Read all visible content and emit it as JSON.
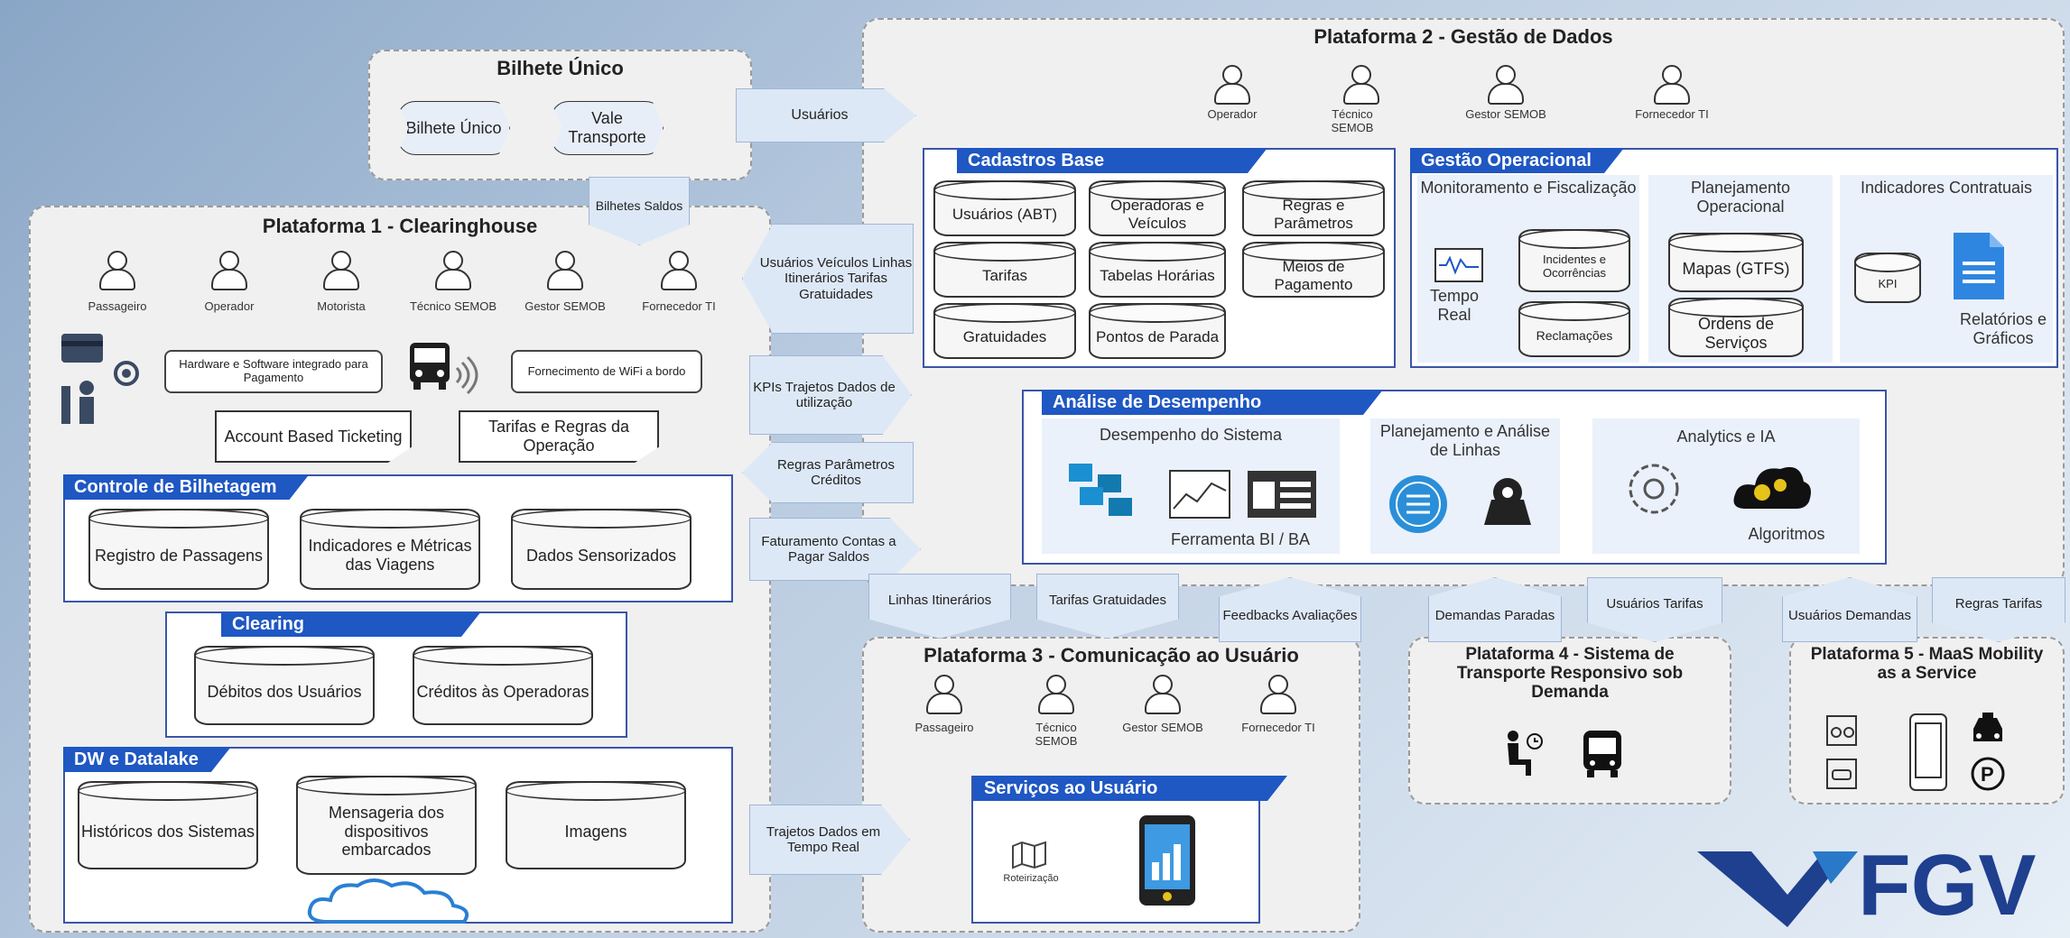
{
  "bilhete_unico": {
    "title": "Bilhete Único",
    "card1": "Bilhete Único",
    "card2": "Vale Transporte"
  },
  "p1": {
    "title": "Plataforma 1 - Clearinghouse",
    "actors": [
      "Passageiro",
      "Operador",
      "Motorista",
      "Técnico SEMOB",
      "Gestor SEMOB",
      "Fornecedor TI"
    ],
    "hw": "Hardware e Software integrado para Pagamento",
    "wifi": "Fornecimento de WiFi a bordo",
    "abt": "Account Based Ticketing",
    "tarifas_regras": "Tarifas e Regras da Operação",
    "controle": {
      "header": "Controle de Bilhetagem",
      "items": [
        "Registro de Passagens",
        "Indicadores e Métricas das Viagens",
        "Dados Sensorizados"
      ]
    },
    "clearing": {
      "header": "Clearing",
      "items": [
        "Débitos dos Usuários",
        "Créditos às Operadoras"
      ]
    },
    "dw": {
      "header": "DW e Datalake",
      "items": [
        "Históricos dos Sistemas",
        "Mensageria dos dispositivos embarcados",
        "Imagens"
      ]
    }
  },
  "p2": {
    "title": "Plataforma 2 - Gestão de Dados",
    "actors": [
      "Operador",
      "Técnico SEMOB",
      "Gestor SEMOB",
      "Fornecedor TI"
    ],
    "cadastros": {
      "header": "Cadastros Base",
      "items": [
        "Usuários (ABT)",
        "Operadoras e Veículos",
        "Regras e Parâmetros",
        "Tarifas",
        "Tabelas Horárias",
        "Meios de Pagamento",
        "Gratuidades",
        "Pontos de Parada"
      ]
    },
    "gestao": {
      "header": "Gestão Operacional",
      "mon_title": "Monitoramento e Fiscalização",
      "incidentes": "Incidentes e Ocorrências",
      "reclamacoes": "Reclamações",
      "tempo_real": "Tempo Real",
      "plan_title": "Planejamento Operacional",
      "mapas": "Mapas (GTFS)",
      "ordens": "Ordens de Serviços",
      "ind_title": "Indicadores Contratuais",
      "kpi": "KPI",
      "relatorios": "Relatórios e Gráficos"
    },
    "analise": {
      "header": "Análise de Desempenho",
      "desempenho": "Desempenho do Sistema",
      "ferramenta": "Ferramenta BI / BA",
      "planejamento": "Planejamento e Análise de Linhas",
      "analytics": "Analytics e IA",
      "algoritmos": "Algoritmos"
    }
  },
  "p3": {
    "title": "Plataforma 3 - Comunicação ao Usuário",
    "actors": [
      "Passageiro",
      "Técnico SEMOB",
      "Gestor SEMOB",
      "Fornecedor TI"
    ],
    "servicos": {
      "header": "Serviços ao Usuário",
      "roteirizacao": "Roteirização"
    }
  },
  "p4": {
    "title": "Plataforma 4 - Sistema de Transporte Responsivo sob Demanda"
  },
  "p5": {
    "title": "Plataforma 5 - MaaS Mobility as a Service"
  },
  "arrows": {
    "usuarios": "Usuários",
    "bilhetes": "Bilhetes Saldos",
    "a_left1": "Usuários Veículos Linhas Itinerários Tarifas Gratuidades",
    "a_right1": "KPIs Trajetos Dados de utilização",
    "a_left2": "Regras Parâmetros Créditos",
    "a_right2": "Faturamento Contas a Pagar Saldos",
    "linhas": "Linhas Itinerários",
    "tarifas_grat": "Tarifas Gratuidades",
    "feedbacks": "Feedbacks Avaliações",
    "demandas": "Demandas Paradas",
    "usuarios_tarifas": "Usuários Tarifas",
    "usuarios_demandas": "Usuários Demandas",
    "regras_tarifas": "Regras Tarifas",
    "trajetos": "Trajetos Dados em Tempo Real"
  },
  "logo": {
    "text": "FGV",
    "color": "#1f3f8f"
  },
  "colors": {
    "header_blue": "#1f57c3",
    "box_border": "#3a55a8"
  }
}
